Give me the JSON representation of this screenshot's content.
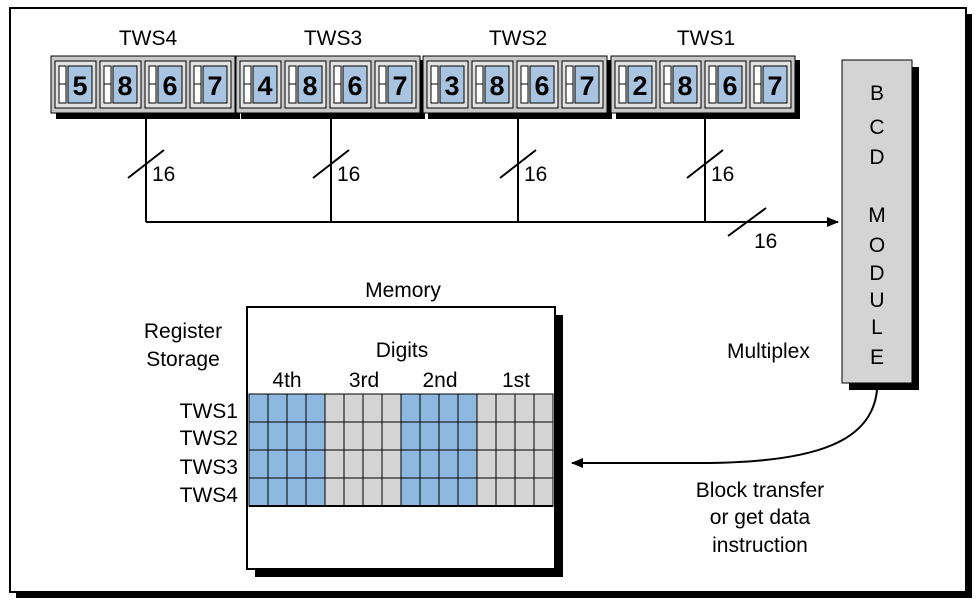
{
  "thumbwheels": [
    {
      "label": "TWS4",
      "digits": [
        "5",
        "8",
        "6",
        "7"
      ]
    },
    {
      "label": "TWS3",
      "digits": [
        "4",
        "8",
        "6",
        "7"
      ]
    },
    {
      "label": "TWS2",
      "digits": [
        "3",
        "8",
        "6",
        "7"
      ]
    },
    {
      "label": "TWS1",
      "digits": [
        "2",
        "8",
        "6",
        "7"
      ]
    }
  ],
  "bus_width_labels": [
    "16",
    "16",
    "16",
    "16",
    "16"
  ],
  "module": {
    "letters": [
      "B",
      "C",
      "D",
      "M",
      "O",
      "D",
      "U",
      "L",
      "E"
    ]
  },
  "memory": {
    "title": "Memory",
    "digits_header": "Digits",
    "digit_columns": [
      "4th",
      "3rd",
      "2nd",
      "1st"
    ],
    "register_label_line1": "Register",
    "register_label_line2": "Storage",
    "rows": [
      "TWS1",
      "TWS2",
      "TWS3",
      "TWS4"
    ]
  },
  "multiplex_label": "Multiplex",
  "transfer_label": [
    "Block transfer",
    "or get data",
    "instruction"
  ],
  "colors": {
    "blue": "#a8c4e0",
    "memory_blue": "#8fb8e0",
    "gray": "#d4d4d4",
    "shadow": "#000000"
  }
}
